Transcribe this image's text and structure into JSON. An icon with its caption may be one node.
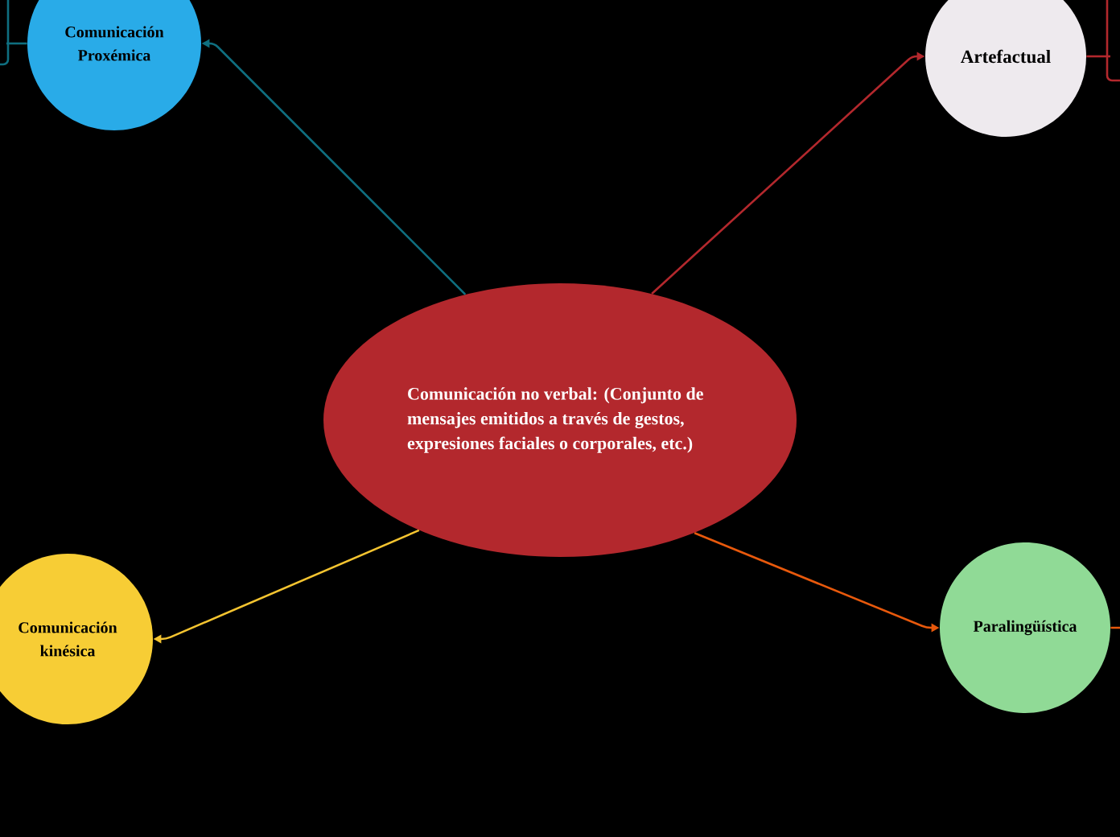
{
  "diagram": {
    "nodes": [
      {
        "text": [
          "Comunicación no verbal: (Conjunto de mensajes emitidos a través de gestos, expresiones faciales o corporales, etc.)"
        ]
      },
      {
        "text": [
          "Comunicación Proxémica"
        ]
      },
      {
        "text": [
          "Artefactual"
        ]
      },
      {
        "text": [
          "Comunicación kinésica"
        ]
      },
      {
        "text": [
          "Paralingüística"
        ]
      }
    ],
    "edges": [
      {
        "from": 0,
        "to": 1,
        "arrow": "to",
        "color": "#0f6f80"
      },
      {
        "from": 0,
        "to": 2,
        "arrow": "to",
        "color": "#b3282d"
      },
      {
        "from": 0,
        "to": 3,
        "arrow": "to",
        "color": "#f4c430"
      },
      {
        "from": 0,
        "to": 4,
        "arrow": "to",
        "color": "#e8590c"
      },
      {
        "from": 1,
        "to": null,
        "arrow": "none",
        "color": "#0f6f80"
      },
      {
        "from": 2,
        "to": null,
        "arrow": "none",
        "color": "#b3282d"
      },
      {
        "from": 4,
        "to": null,
        "arrow": "none",
        "color": "#e8590c"
      }
    ]
  }
}
